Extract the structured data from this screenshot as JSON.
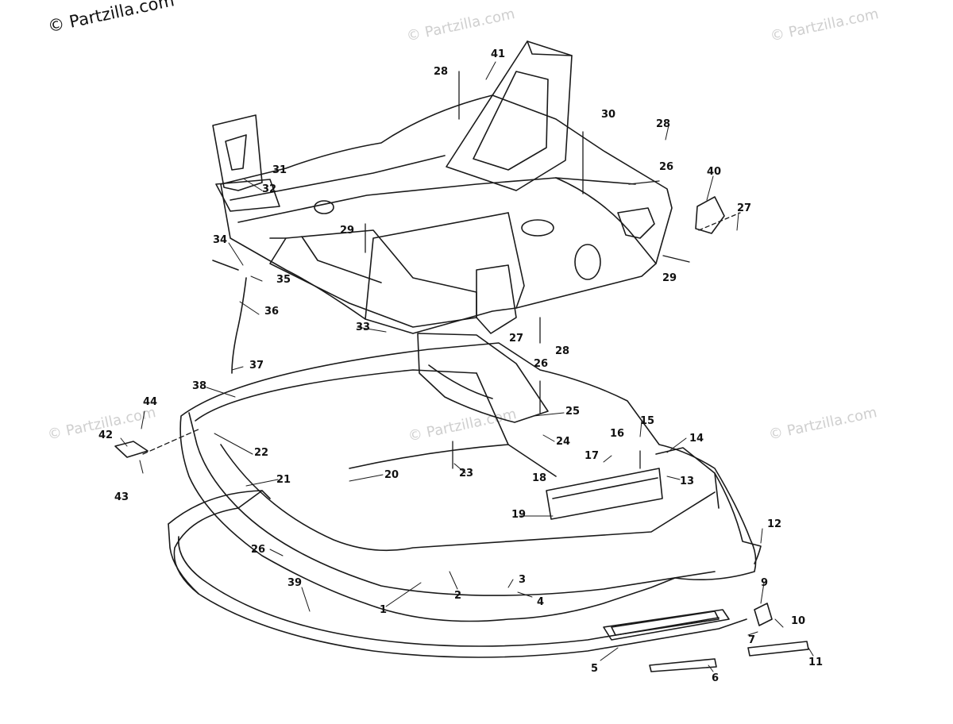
{
  "watermarks": {
    "main": "© Partzilla.com",
    "faint": [
      "© Partzilla.com",
      "© Partzilla.com",
      "© Partzilla.com",
      "© Partzilla.com",
      "© Partzilla.com"
    ]
  },
  "callouts": [
    "41",
    "28",
    "30",
    "28",
    "26",
    "40",
    "27",
    "31",
    "32",
    "29",
    "34",
    "35",
    "36",
    "29",
    "33",
    "27",
    "28",
    "37",
    "38",
    "26",
    "44",
    "25",
    "42",
    "22",
    "24",
    "16",
    "15",
    "14",
    "17",
    "21",
    "20",
    "23",
    "18",
    "13",
    "43",
    "19",
    "12",
    "26",
    "39",
    "3",
    "2",
    "1",
    "4",
    "9",
    "10",
    "7",
    "11",
    "5",
    "6"
  ]
}
